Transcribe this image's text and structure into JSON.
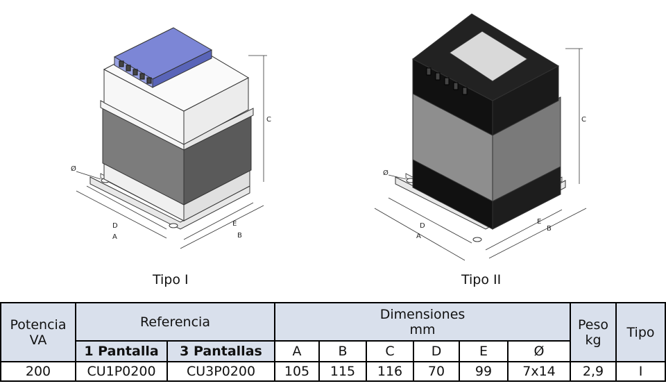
{
  "figures": [
    {
      "caption": "Tipo I",
      "dim_labels": {
        "A": "A",
        "B": "B",
        "C": "C",
        "D": "D",
        "E": "E",
        "phi": "Ø"
      }
    },
    {
      "caption": "Tipo II",
      "dim_labels": {
        "A": "A",
        "B": "B",
        "C": "C",
        "D": "D",
        "E": "E",
        "phi": "Ø"
      }
    }
  ],
  "table": {
    "headers": {
      "potencia": "Potencia",
      "potencia_unit": "VA",
      "referencia": "Referencia",
      "dimensiones": "Dimensiones",
      "dimensiones_unit": "mm",
      "peso": "Peso",
      "peso_unit": "kg",
      "tipo": "Tipo",
      "sub": [
        "1 Pantalla",
        "3 Pantallas",
        "A",
        "B",
        "C",
        "D",
        "E",
        "Ø"
      ]
    },
    "rows": [
      [
        "200",
        "CU1P0200",
        "CU3P0200",
        "105",
        "115",
        "116",
        "70",
        "99",
        "7x14",
        "2,9",
        "I"
      ]
    ]
  }
}
